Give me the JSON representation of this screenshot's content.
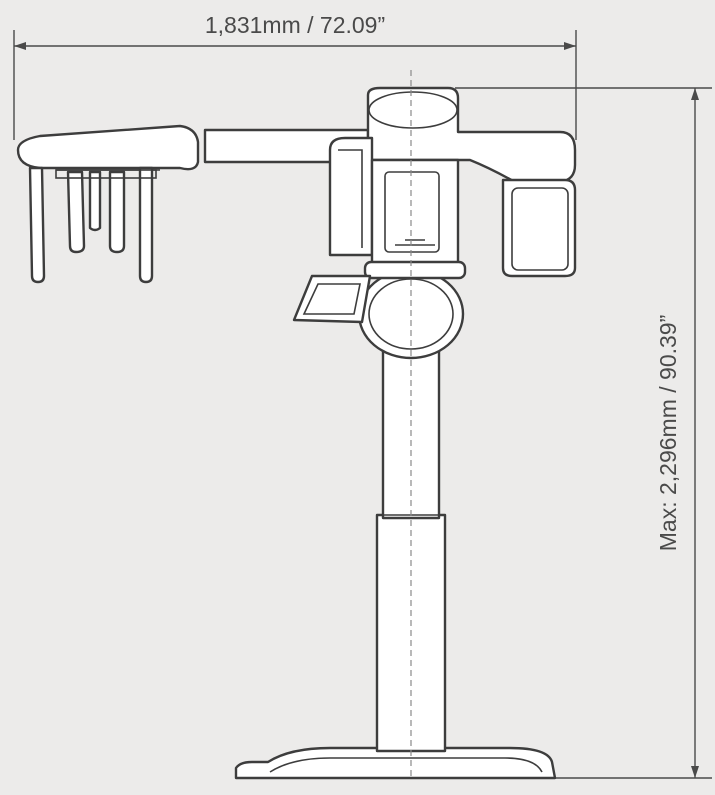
{
  "diagram": {
    "width_label": "1,831mm / 72.09”",
    "height_label": "Max: 2,296mm / 90.39”",
    "colors": {
      "background": "#ecebea",
      "line": "#3d3d3d",
      "text": "#4a4a4a"
    },
    "device": "dental panoramic x-ray unit (front view)"
  }
}
